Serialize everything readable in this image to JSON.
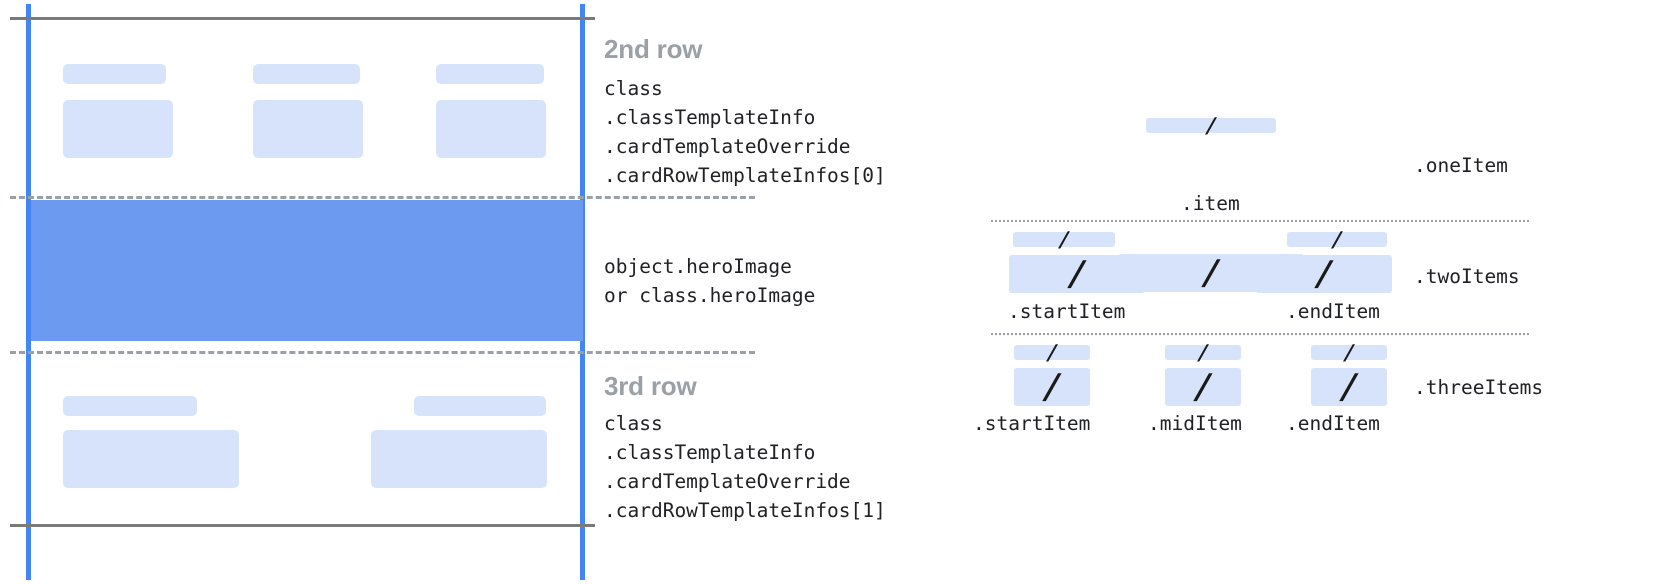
{
  "diagram": {
    "title_hint": "card row template anatomy",
    "colors": {
      "guide_blue": "#4285f4",
      "hero_blue": "#6d9af1",
      "placeholder_blue": "#d7e3fb",
      "rule_gray": "#7a7a7a",
      "dash_gray": "#9aa0a6",
      "heading_gray": "#9aa0a6",
      "code_text": "#202124"
    }
  },
  "card": {
    "second_row": {
      "heading": "2nd row",
      "code": "class\n.classTemplateInfo\n.cardTemplateOverride\n.cardRowTemplateInfos[0]"
    },
    "hero": {
      "code": "object.heroImage\nor class.heroImage"
    },
    "third_row": {
      "heading": "3rd row",
      "code": "class\n.classTemplateInfo\n.cardTemplateOverride\n.cardRowTemplateInfos[1]"
    }
  },
  "items": {
    "one": {
      "name": ".oneItem",
      "slots": [
        {
          "label": ".item",
          "slash": "/"
        }
      ]
    },
    "two": {
      "name": ".twoItems",
      "slots": [
        {
          "label": ".startItem",
          "slash": "/"
        },
        {
          "label": ".endItem",
          "slash": "/"
        }
      ]
    },
    "three": {
      "name": ".threeItems",
      "slots": [
        {
          "label": ".startItem",
          "slash": "/"
        },
        {
          "label": ".midItem",
          "slash": "/"
        },
        {
          "label": ".endItem",
          "slash": "/"
        }
      ]
    }
  }
}
